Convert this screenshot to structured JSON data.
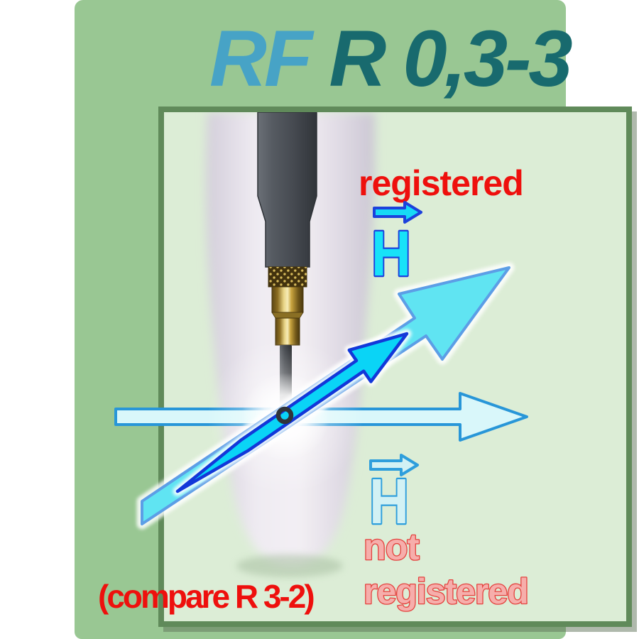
{
  "card": {
    "title": {
      "series": "RF",
      "model": "R 0,3-3"
    },
    "diagram": {
      "registered_label": "registered",
      "field_symbol_registered": "H",
      "field_symbol_not_registered": "H",
      "not_registered_line1": "not",
      "not_registered_line2": "registered",
      "compare_note": "(compare R 3-2)"
    },
    "colors": {
      "card_green": "#99C793",
      "panel_green": "#DCEDD6",
      "panel_border_green": "#608A5A",
      "title_series_blue": "#47A3C6",
      "title_model_teal": "#186A6E",
      "registered_red": "#EE100D",
      "bright_cyan_arrow": "#0AD4F6",
      "dark_blue_outline": "#1C41DC",
      "light_cyan_arrow": "#60E4F2",
      "pale_cyan": "#D2F1F4",
      "pale_arrow_outline": "#2E9EDC",
      "not_registered_pink": "#F6AEAB",
      "not_registered_outline": "#E4413D"
    }
  }
}
